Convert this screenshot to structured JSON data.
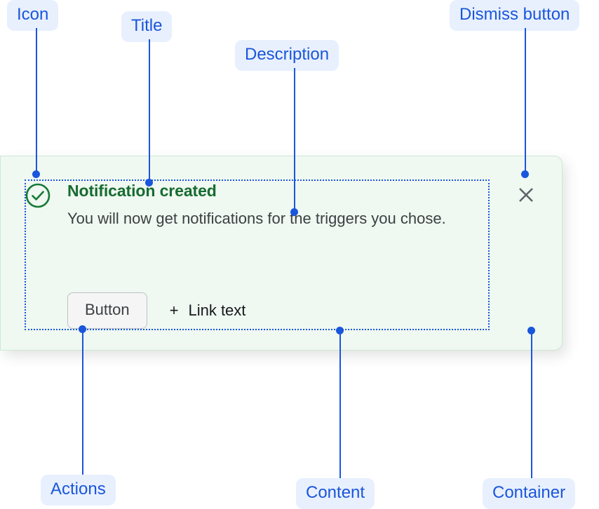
{
  "notification": {
    "icon": "check-circle-icon",
    "title": "Notification created",
    "description": "You will now get notifications for the triggers you chose.",
    "button_label": "Button",
    "link_plus": "+",
    "link_label": "Link text",
    "dismiss_icon": "close-icon",
    "colors": {
      "container_background": "#eff8f1",
      "container_border": "#cfe8d6",
      "icon": "#157a36",
      "title": "#176b30",
      "description": "#3c4043",
      "button_background": "#f5f5f5",
      "button_border": "#bdc1c6",
      "dismiss_icon": "#5f6368"
    }
  },
  "annotations": {
    "accent_color": "#1a56db",
    "pill_background": "#e8f0fe",
    "items": [
      {
        "id": "icon",
        "label": "Icon"
      },
      {
        "id": "title",
        "label": "Title"
      },
      {
        "id": "description",
        "label": "Description"
      },
      {
        "id": "dismiss-button",
        "label": "Dismiss button"
      },
      {
        "id": "actions",
        "label": "Actions"
      },
      {
        "id": "content",
        "label": "Content"
      },
      {
        "id": "container",
        "label": "Container"
      }
    ]
  }
}
